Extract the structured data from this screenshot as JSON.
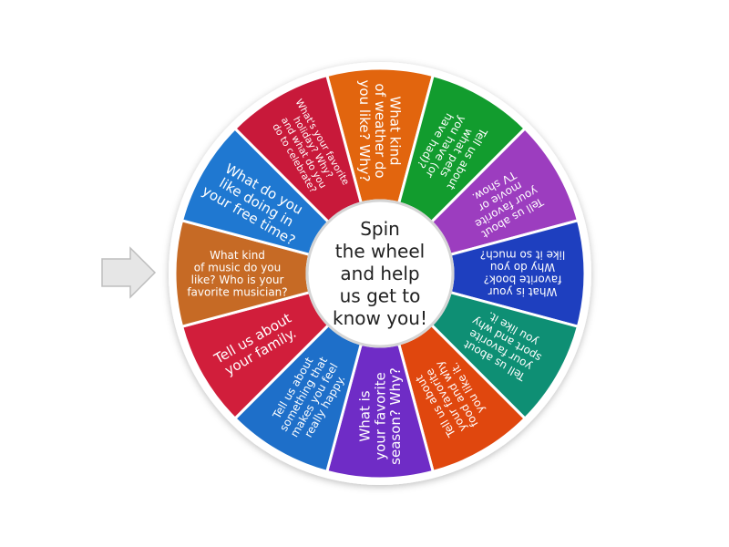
{
  "wheel": {
    "center_text": [
      "Spin",
      "the wheel",
      "and help",
      "us get to",
      "know you!"
    ],
    "segments": [
      {
        "lines": [
          "What kind",
          "of weather do",
          "you like? Why?"
        ],
        "color": "#E2650E",
        "size": "large"
      },
      {
        "lines": [
          "Tell us about",
          "what pets",
          "you have (or",
          "have had)?"
        ],
        "color": "#129C2E",
        "size": "small"
      },
      {
        "lines": [
          "Tell us about",
          "your favorite",
          "movie or",
          "TV show."
        ],
        "color": "#9C3DBF",
        "size": "small"
      },
      {
        "lines": [
          "What is your",
          "favorite book?",
          "Why do you",
          "like it so much?"
        ],
        "color": "#1E3FBF",
        "size": "small"
      },
      {
        "lines": [
          "Tell us about",
          "your favorite",
          "sport and why",
          "you like it."
        ],
        "color": "#0E8F74",
        "size": "small"
      },
      {
        "lines": [
          "Tell us about",
          "your favorite",
          "food and why",
          "you like it."
        ],
        "color": "#E0470E",
        "size": "small"
      },
      {
        "lines": [
          "What is",
          "your favorite",
          "season? Why?"
        ],
        "color": "#6F2CC6",
        "size": "large"
      },
      {
        "lines": [
          "Tell us about",
          "something that",
          "makes you feel",
          "really happy."
        ],
        "color": "#1E6FC9",
        "size": "small"
      },
      {
        "lines": [
          "Tell us about",
          "your family."
        ],
        "color": "#D11E3B",
        "size": "large"
      },
      {
        "lines": [
          "What kind",
          "of music do you",
          "like? Who is your",
          "favorite musician?"
        ],
        "color": "#C66A25",
        "size": "small"
      },
      {
        "lines": [
          "What do you",
          "like doing in",
          "your free time?"
        ],
        "color": "#1F78D1",
        "size": "large"
      },
      {
        "lines": [
          "What's your favorite",
          "holiday? Why?",
          "and what do you",
          "do to celebrate?"
        ],
        "color": "#C8193A",
        "size": "tiny"
      }
    ]
  },
  "pointer": {
    "icon": "arrow-right-icon",
    "color": "#E6E6E6"
  }
}
